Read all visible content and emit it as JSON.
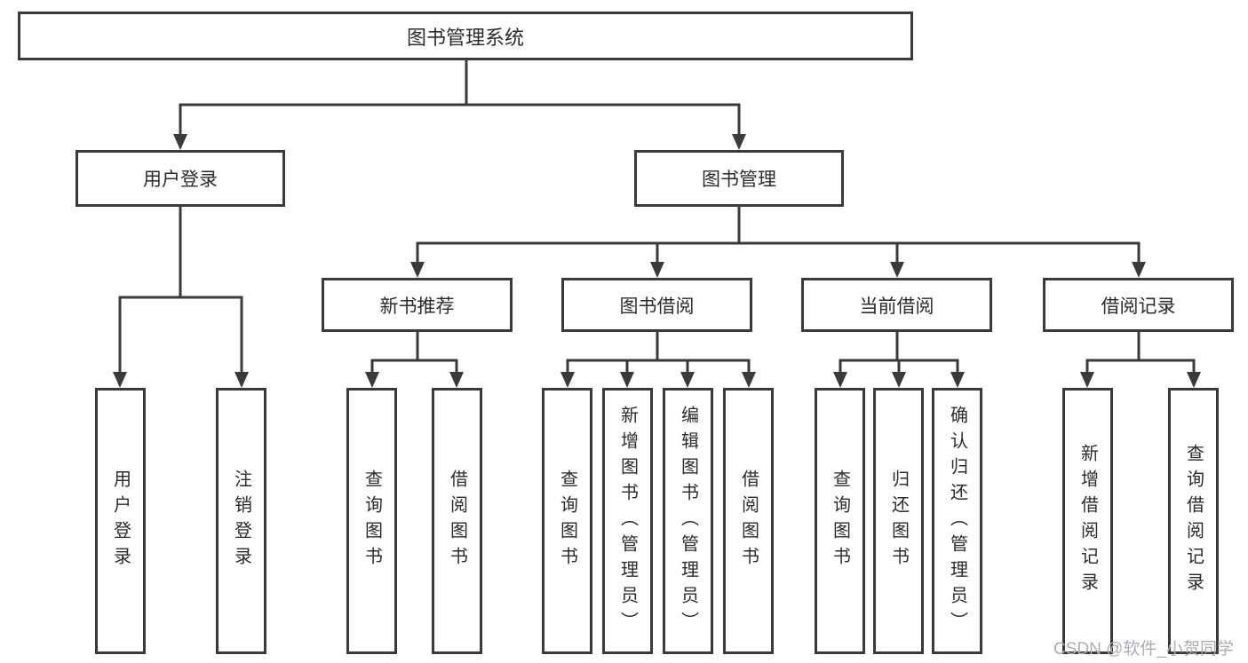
{
  "diagram_title": "图书管理系统",
  "tree": {
    "root": {
      "label": "图书管理系统",
      "children": [
        {
          "label": "用户登录",
          "children": [
            {
              "label": "用户登录"
            },
            {
              "label": "注销登录"
            }
          ]
        },
        {
          "label": "图书管理",
          "children": [
            {
              "label": "新书推荐",
              "children": [
                {
                  "label": "查询图书"
                },
                {
                  "label": "借阅图书"
                }
              ]
            },
            {
              "label": "图书借阅",
              "children": [
                {
                  "label": "查询图书"
                },
                {
                  "label": "新增图书（管理员）"
                },
                {
                  "label": "编辑图书（管理员）"
                },
                {
                  "label": "借阅图书"
                }
              ]
            },
            {
              "label": "当前借阅",
              "children": [
                {
                  "label": "查询图书"
                },
                {
                  "label": "归还图书"
                },
                {
                  "label": "确认归还（管理员）"
                }
              ]
            },
            {
              "label": "借阅记录",
              "children": [
                {
                  "label": "新增借阅记录"
                },
                {
                  "label": "查询借阅记录"
                }
              ]
            }
          ]
        }
      ]
    }
  },
  "watermark": {
    "text": "CSDN @软件_小贺同学"
  },
  "colors": {
    "line": "#3a3a3a",
    "text": "#2b2b2b",
    "watermark": "#a9adb4",
    "background": "#ffffff"
  }
}
